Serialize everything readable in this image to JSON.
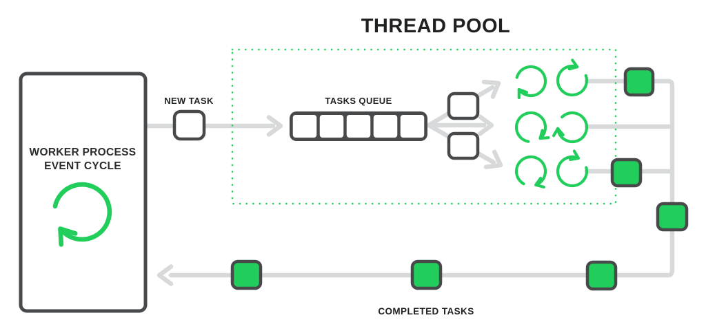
{
  "title": "THREAD POOL",
  "worker_box": {
    "label_line1": "WORKER PROCESS",
    "label_line2": "EVENT CYCLE"
  },
  "flow": {
    "new_task_label": "NEW TASK",
    "tasks_queue_label": "TASKS QUEUE",
    "completed_tasks_label": "COMPLETED TASKS"
  },
  "queue": {
    "cell_count": 5
  },
  "thread_pool": {
    "thread_cycle_count": 6,
    "rows": 3,
    "pending_task_count": 2
  },
  "tasks": {
    "completed_task_node_count": 6
  },
  "colors": {
    "green": "#22ce5b",
    "dark": "#47494b",
    "line": "#d8d9da",
    "text": "#1e2021",
    "background": "#ffffff"
  }
}
